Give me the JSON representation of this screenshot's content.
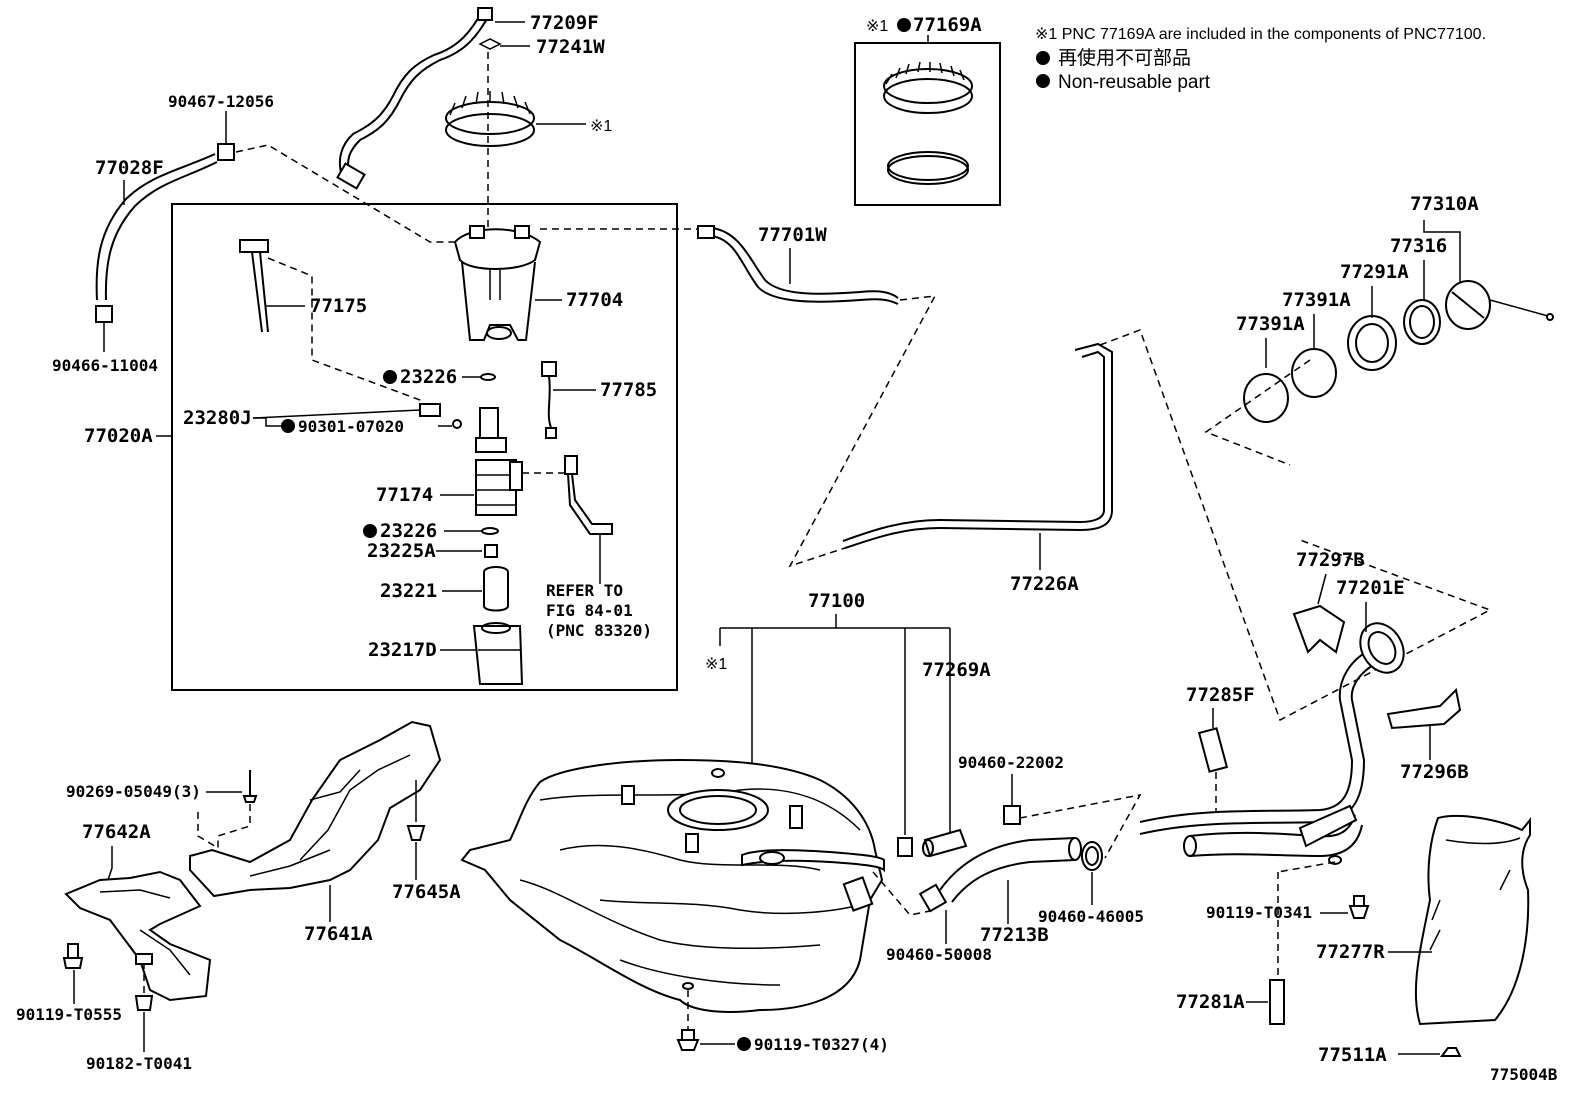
{
  "notes": {
    "included_note": "※1 PNC 77169A are included in the components of PNC77100.",
    "non_reusable_jp": "再使用不可部品",
    "non_reusable_en": "Non-reusable part",
    "ref_fig_line1": "REFER TO",
    "ref_fig_line2": "FIG 84-01",
    "ref_fig_line3": "(PNC 83320)"
  },
  "callouts": {
    "note1_kit": "※1",
    "note1_ring": "※1",
    "note1_tank": "※1"
  },
  "diagram_id": "775004B",
  "parts": {
    "p77209F": "77209F",
    "p77241W": "77241W",
    "p77169A": "77169A",
    "p90467_12056": "90467-12056",
    "p77028F": "77028F",
    "p90466_11004": "90466-11004",
    "p77701W": "77701W",
    "p77704": "77704",
    "p77175": "77175",
    "p23226a": "23226",
    "p77785": "77785",
    "p23280J": "23280J",
    "p90301_07020": "90301-07020",
    "p77020A": "77020A",
    "p77174": "77174",
    "p23226b": "23226",
    "p23225A": "23225A",
    "p23221": "23221",
    "p23217D": "23217D",
    "p77310A": "77310A",
    "p77316": "77316",
    "p77291A": "77291A",
    "p77391A_1": "77391A",
    "p77391A_2": "77391A",
    "p77226A": "77226A",
    "p77100": "77100",
    "p77269A": "77269A",
    "p77297B": "77297B",
    "p77201E": "77201E",
    "p77285F": "77285F",
    "p77296B": "77296B",
    "p90460_22002": "90460-22002",
    "p90269_05049": "90269-05049(3)",
    "p77642A": "77642A",
    "p77645A": "77645A",
    "p77641A": "77641A",
    "p77213B": "77213B",
    "p90460_46005": "90460-46005",
    "p90460_50008": "90460-50008",
    "p90119_T0341": "90119-T0341",
    "p77277R": "77277R",
    "p77281A": "77281A",
    "p90119_T0555": "90119-T0555",
    "p90182_T0041": "90182-T0041",
    "p90119_T0327": "90119-T0327(4)",
    "p77511A": "77511A"
  }
}
